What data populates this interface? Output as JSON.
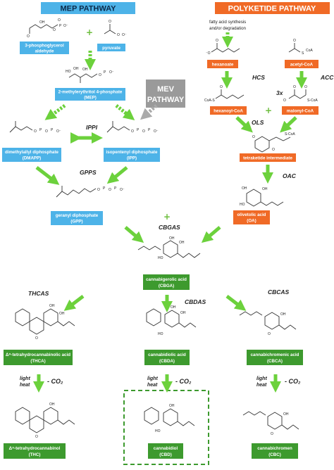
{
  "banners": {
    "mep": "MEP PATHWAY",
    "polyketide": "POLYKETIDE PATHWAY",
    "mev_line1": "MEV",
    "mev_line2": "PATHWAY"
  },
  "compounds": {
    "g3p": [
      "3-phosphoglycerol",
      "aldehyde"
    ],
    "pyruvate": [
      "pyruvate"
    ],
    "mep": [
      "2-methylerythritol 4-phosphate",
      "(MEP)"
    ],
    "dmapp": [
      "dimethylallyl diphosphate",
      "(DMAPP)"
    ],
    "ipp": [
      "isopentenyl diphosphate",
      "(IPP)"
    ],
    "gpp": [
      "geranyl diphosphate",
      "(GPP)"
    ],
    "hexanoate": [
      "hexanoate"
    ],
    "acetyl_coa": [
      "acetyl-CoA"
    ],
    "hexanoyl_coa": [
      "hexanoyl-CoA"
    ],
    "malonyl_coa": [
      "malonyl-CoA"
    ],
    "tetraketide": [
      "tetraketide intermediate"
    ],
    "oa": [
      "olivetolic acid",
      "(OA)"
    ],
    "cbga": [
      "cannabigerolic acid",
      "(CBGA)"
    ],
    "thca": [
      "Δ⁹-tetrahydrocannabinolic acid",
      "(THCA)"
    ],
    "cbda": [
      "cannabidiolic acid",
      "(CBDA)"
    ],
    "cbca": [
      "cannabichromenic acid",
      "(CBCA)"
    ],
    "thc": [
      "Δ⁹-tetrahydrocannabinol",
      "(THC)"
    ],
    "cbd": [
      "cannabidiol",
      "(CBD)"
    ],
    "cbc": [
      "cannabichromen",
      "(CBC)"
    ]
  },
  "enzymes": {
    "ippi": "IPPI",
    "gpps": "GPPS",
    "hcs": "HCS",
    "acc": "ACC",
    "ols": "OLS",
    "oac": "OAC",
    "cbgas": "CBGAS",
    "thcas": "THCAS",
    "cbdas": "CBDAS",
    "cbcas": "CBCAS"
  },
  "notes": {
    "fatty_acid": [
      "fatty acid synthesis",
      "and/or degradation"
    ],
    "multiplier": "3x",
    "condition": [
      "light",
      "heat"
    ],
    "co2": "- CO₂"
  },
  "colors": {
    "mep_banner": "#4db3e8",
    "mep_box": "#4db3e8",
    "polyketide_banner": "#f06a26",
    "polyketide_box": "#f06a26",
    "cannabinoid_box": "#3d9a2e",
    "arrow": "#6cd13c",
    "mev": "#9a9a9a",
    "highlight_border": "#3d9a2e"
  }
}
